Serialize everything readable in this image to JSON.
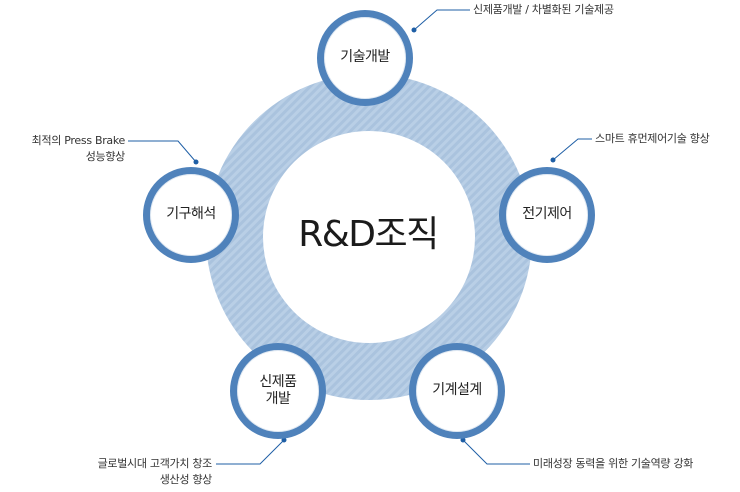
{
  "diagram": {
    "center_label": "R&D조직",
    "nodes": [
      {
        "label": "기술개발",
        "note": "신제품개발 / 차별화된 기술제공"
      },
      {
        "label": "전기제어",
        "note": "스마트 휴먼제어기술 향상"
      },
      {
        "label": "기계설계",
        "note": "미래성장 동력을 위한 기술역량 강화"
      },
      {
        "label": "신제품\n개발",
        "note": "글로벌시대 고객가치 창조\n생산성 향상"
      },
      {
        "label": "기구해석",
        "note": "최적의 Press Brake\n성능향상"
      }
    ],
    "colors": {
      "ring": "#aac3de",
      "ring_stripe": "#c2d5ea",
      "node_border": "#4f82bb",
      "connector": "#1f5fa6",
      "center_fill": "#ffffff"
    }
  }
}
